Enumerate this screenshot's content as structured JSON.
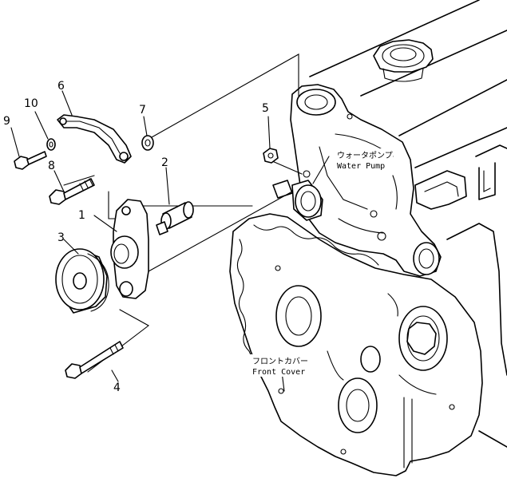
{
  "callouts": {
    "c1": "1",
    "c2": "2",
    "c3": "3",
    "c4": "4",
    "c5": "5",
    "c6": "6",
    "c7": "7",
    "c8": "8",
    "c9": "9",
    "c10": "10"
  },
  "labels": {
    "water_pump_jp": "ウォータポンプ",
    "water_pump_en": "Water Pump",
    "front_cover_jp": "フロントカバー",
    "front_cover_en": "Front Cover"
  }
}
